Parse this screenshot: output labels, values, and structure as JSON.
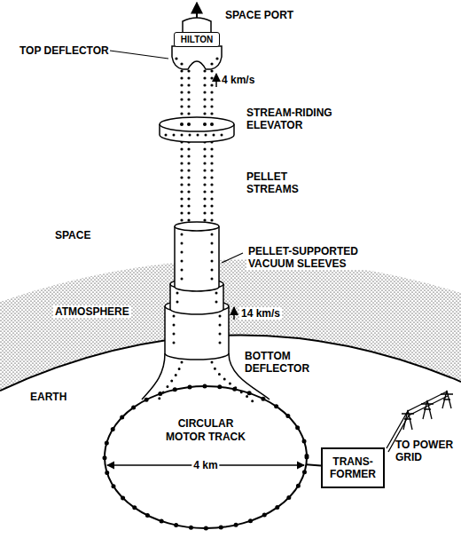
{
  "diagram": {
    "nodes": [
      {
        "text": [
          "HILTON"
        ]
      },
      {
        "text": [
          "CIRCULAR MOTOR TRACK"
        ]
      },
      {
        "text": [
          "TRANS- FORMER"
        ]
      }
    ],
    "edges": [
      {
        "from": 1,
        "to": 2,
        "arrow": "none"
      }
    ],
    "labels": [
      "SPACE PORT",
      "TOP DEFLECTOR",
      "4 km/s",
      "STREAM-RIDING ELEVATOR",
      "PELLET STREAMS",
      "SPACE",
      "PELLET-SUPPORTED VACUUM SLEEVES",
      "ATMOSPHERE",
      "14 km/s",
      "BOTTOM DEFLECTOR",
      "EARTH",
      "4 km",
      "TO POWER GRID"
    ]
  }
}
